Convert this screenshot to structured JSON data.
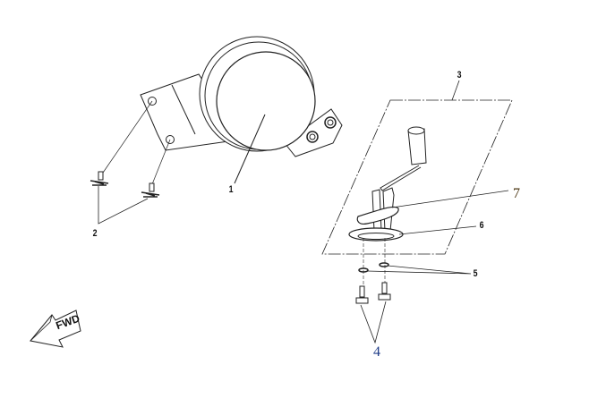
{
  "callouts": {
    "c1": "1",
    "c2": "2",
    "c3": "3",
    "c4": "4",
    "c5": "5",
    "c6": "6",
    "c7": "7"
  },
  "direction_marker": {
    "text": "FWD"
  },
  "colors": {
    "line": "#222222",
    "label4": "#1f3c88",
    "label7": "#4a3410"
  }
}
